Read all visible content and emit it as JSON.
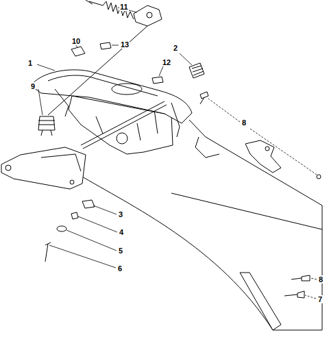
{
  "diagram": {
    "labels": [
      "11",
      "10",
      "13",
      "2",
      "1",
      "12",
      "9",
      "8",
      "3",
      "4",
      "5",
      "6",
      "8",
      "7"
    ]
  }
}
